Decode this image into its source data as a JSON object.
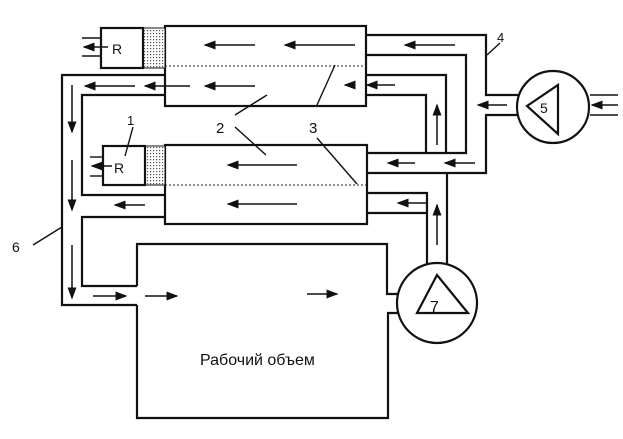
{
  "labels": {
    "regulator": "R",
    "n1": "1",
    "n2": "2",
    "n3": "3",
    "n4": "4",
    "n5": "5",
    "n6": "6",
    "n7": "7",
    "working_volume": "Рабочий объем"
  },
  "colors": {
    "line": "#111111",
    "background": "#ffffff"
  }
}
